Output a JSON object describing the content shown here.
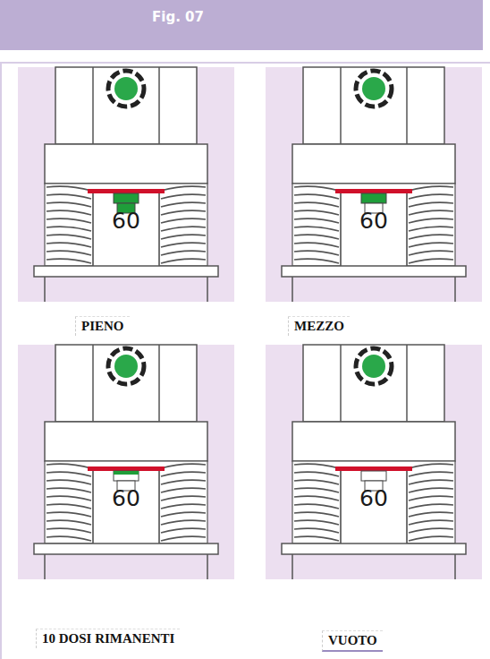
{
  "diagram": {
    "title": "Fig. 07",
    "labels": [
      "60",
      "60",
      "PIENO",
      "MEZZO",
      "60",
      "60",
      "10 DOSI RIMANENTI",
      "VUOTO"
    ]
  }
}
